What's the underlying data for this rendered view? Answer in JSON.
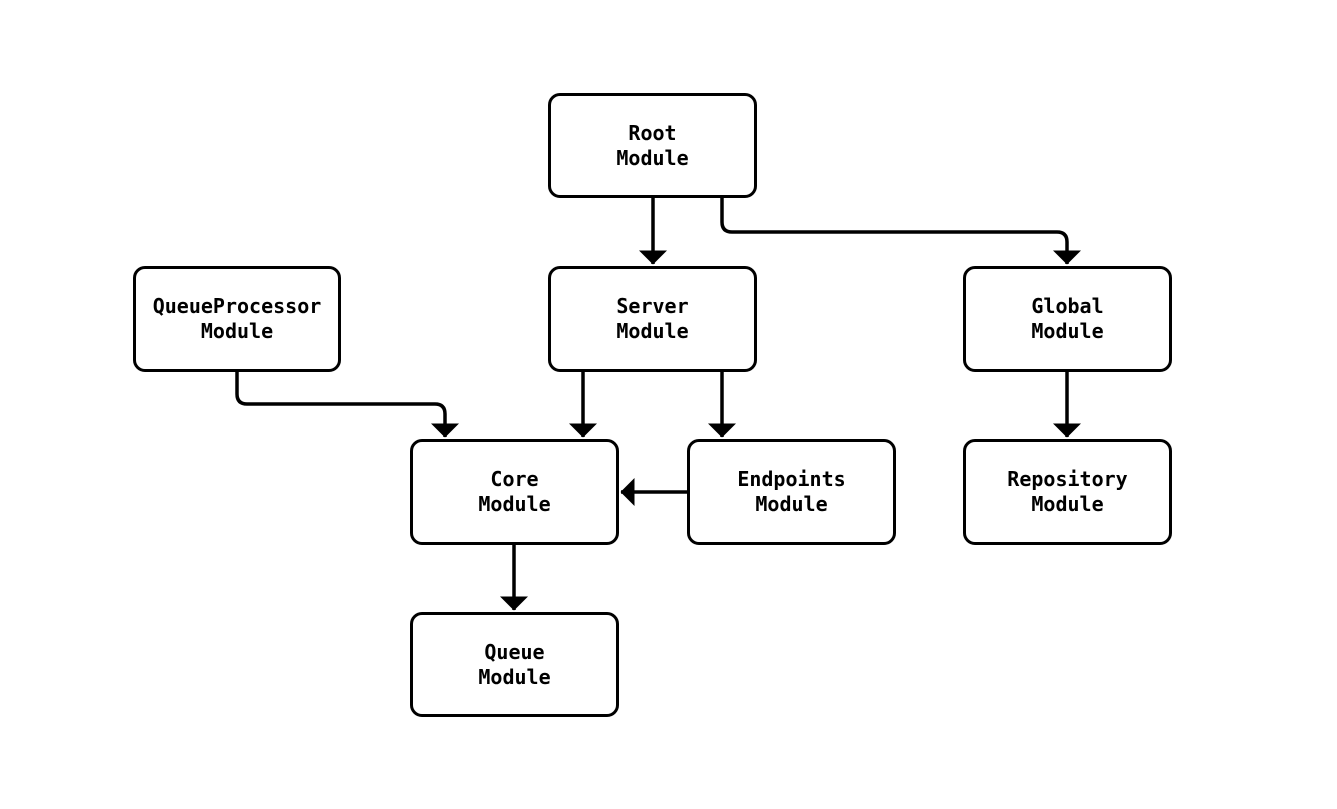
{
  "diagram": {
    "type": "module-dependency-flowchart",
    "colors": {
      "background": "#ffffff",
      "node_fill": "#ffffff",
      "node_border": "#000000",
      "edge_stroke": "#000000",
      "text": "#000000"
    },
    "nodes": {
      "root": {
        "label": "Root\nModule"
      },
      "queueprocessor": {
        "label": "QueueProcessor\nModule"
      },
      "server": {
        "label": "Server\nModule"
      },
      "global": {
        "label": "Global\nModule"
      },
      "core": {
        "label": "Core\nModule"
      },
      "endpoints": {
        "label": "Endpoints\nModule"
      },
      "repository": {
        "label": "Repository\nModule"
      },
      "queue": {
        "label": "Queue\nModule"
      }
    },
    "edges": [
      {
        "from": "Root Module",
        "to": "Server Module"
      },
      {
        "from": "Root Module",
        "to": "Global Module"
      },
      {
        "from": "QueueProcessor Module",
        "to": "Core Module"
      },
      {
        "from": "Server Module",
        "to": "Core Module"
      },
      {
        "from": "Server Module",
        "to": "Endpoints Module"
      },
      {
        "from": "Endpoints Module",
        "to": "Core Module"
      },
      {
        "from": "Global Module",
        "to": "Repository Module"
      },
      {
        "from": "Core Module",
        "to": "Queue Module"
      }
    ]
  }
}
